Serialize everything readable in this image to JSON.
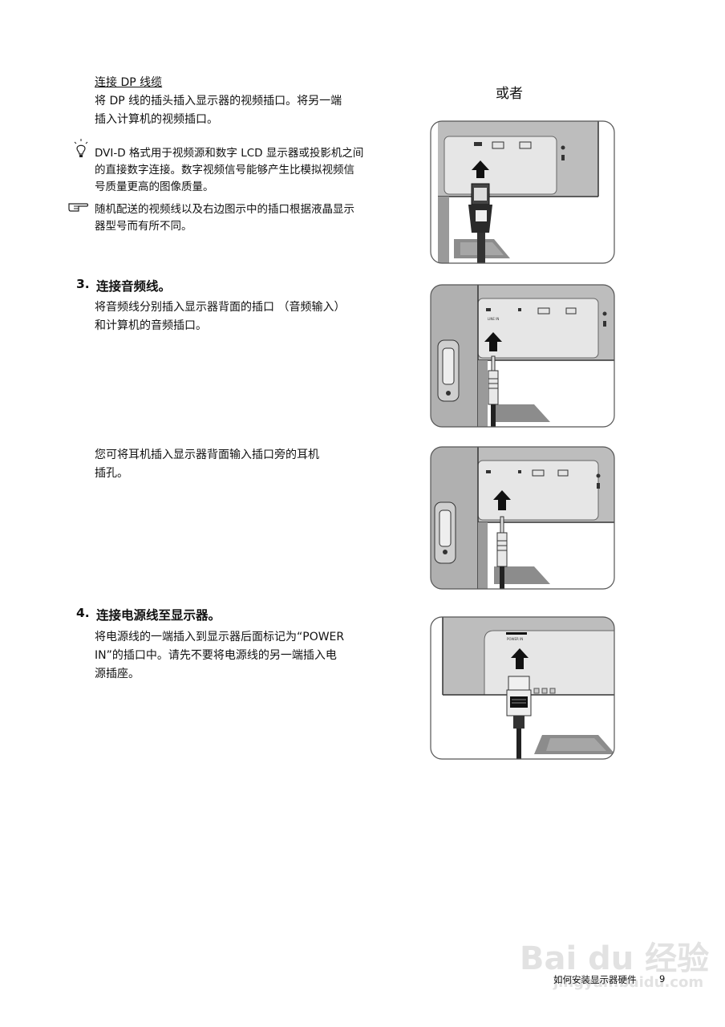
{
  "dp_section": {
    "title": "连接 DP 线缆",
    "line1": "将 DP 线的插头插入显示器的视频插口。将另一端",
    "line2": "插入计算机的视频插口。"
  },
  "or_label": "或者",
  "tip": {
    "icon": "lightbulb-icon",
    "line1": "DVI-D 格式用于视频源和数字 LCD 显示器或投影机之间",
    "line2": "的直接数字连接。数字视频信号能够产生比模拟视频信",
    "line3": "号质量更高的图像质量。"
  },
  "note": {
    "icon": "pointing-hand-icon",
    "line1": "随机配送的视频线以及右边图示中的插口根据液晶显示",
    "line2": "器型号而有所不同。"
  },
  "step3": {
    "number": "3.",
    "title": "连接音频线。",
    "line1": "将音频线分别插入显示器背面的插口 （音频输入）",
    "line2": "和计算机的音频插口。",
    "headphone_line1": "您可将耳机插入显示器背面输入插口旁的耳机",
    "headphone_line2": "插孔。"
  },
  "step4": {
    "number": "4.",
    "title": "连接电源线至显示器。",
    "line1": "将电源线的一端插入到显示器后面标记为“POWER",
    "line2": "IN”的插口中。请先不要将电源线的另一端插入电",
    "line3": "源插座。"
  },
  "port_labels": {
    "line_in": "LINE IN",
    "power_in": "POWER IN"
  },
  "footer": {
    "section": "如何安装显示器硬件",
    "page": "9"
  },
  "watermark": {
    "brand": "Bai du 经验",
    "url": "jingyan.baidu.com"
  },
  "colors": {
    "monitor_gray": "#bdbdbd",
    "port_panel": "#e6e6e6",
    "frame_border": "#555555"
  }
}
